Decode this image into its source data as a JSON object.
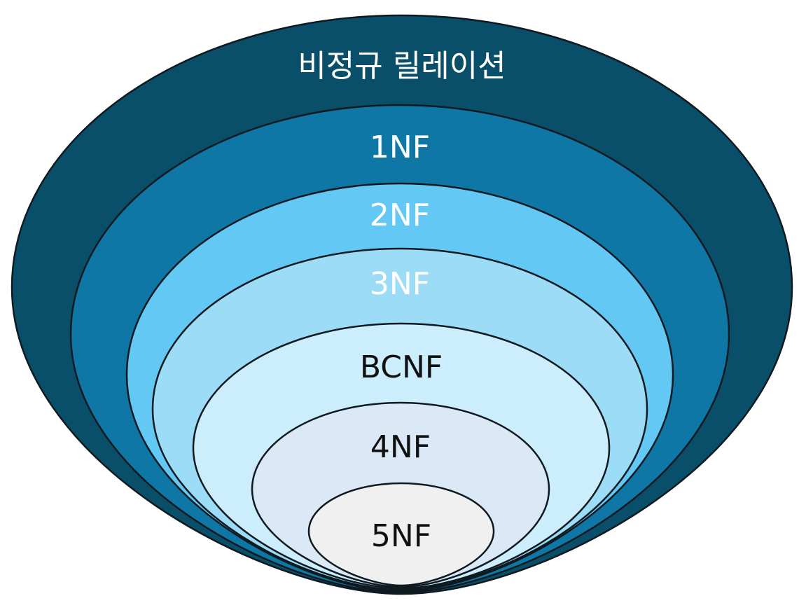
{
  "diagram": {
    "layers": [
      {
        "id": "unnormalized",
        "label": "비정규 릴레이션",
        "fill": "#0a4f6a",
        "text_color": "#ffffff"
      },
      {
        "id": "1nf",
        "label": "1NF",
        "fill": "#0e77a6",
        "text_color": "#ffffff"
      },
      {
        "id": "2nf",
        "label": "2NF",
        "fill": "#63c8f4",
        "text_color": "#ffffff"
      },
      {
        "id": "3nf",
        "label": "3NF",
        "fill": "#9cdcf6",
        "text_color": "#ffffff"
      },
      {
        "id": "bcnf",
        "label": "BCNF",
        "fill": "#ccedfb",
        "text_color": "#111111"
      },
      {
        "id": "4nf",
        "label": "4NF",
        "fill": "#dbe9f7",
        "text_color": "#111111"
      },
      {
        "id": "5nf",
        "label": "5NF",
        "fill": "#f0f0f0",
        "text_color": "#111111"
      }
    ]
  }
}
